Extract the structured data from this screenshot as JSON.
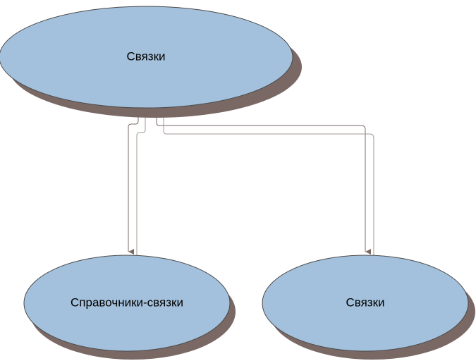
{
  "diagram": {
    "nodes": {
      "root": {
        "label": "Связки"
      },
      "left": {
        "label": "Справочники-связки"
      },
      "right": {
        "label": "Связки"
      }
    },
    "edges": [
      {
        "from": "root",
        "to": "left"
      },
      {
        "from": "root",
        "to": "right"
      }
    ]
  },
  "colors": {
    "node_fill": "#a3c1dc",
    "node_stroke": "#4a4a4a",
    "node_shadow": "#7a6865",
    "connector_dark": "#7a6865",
    "connector_light": "#a39894"
  }
}
